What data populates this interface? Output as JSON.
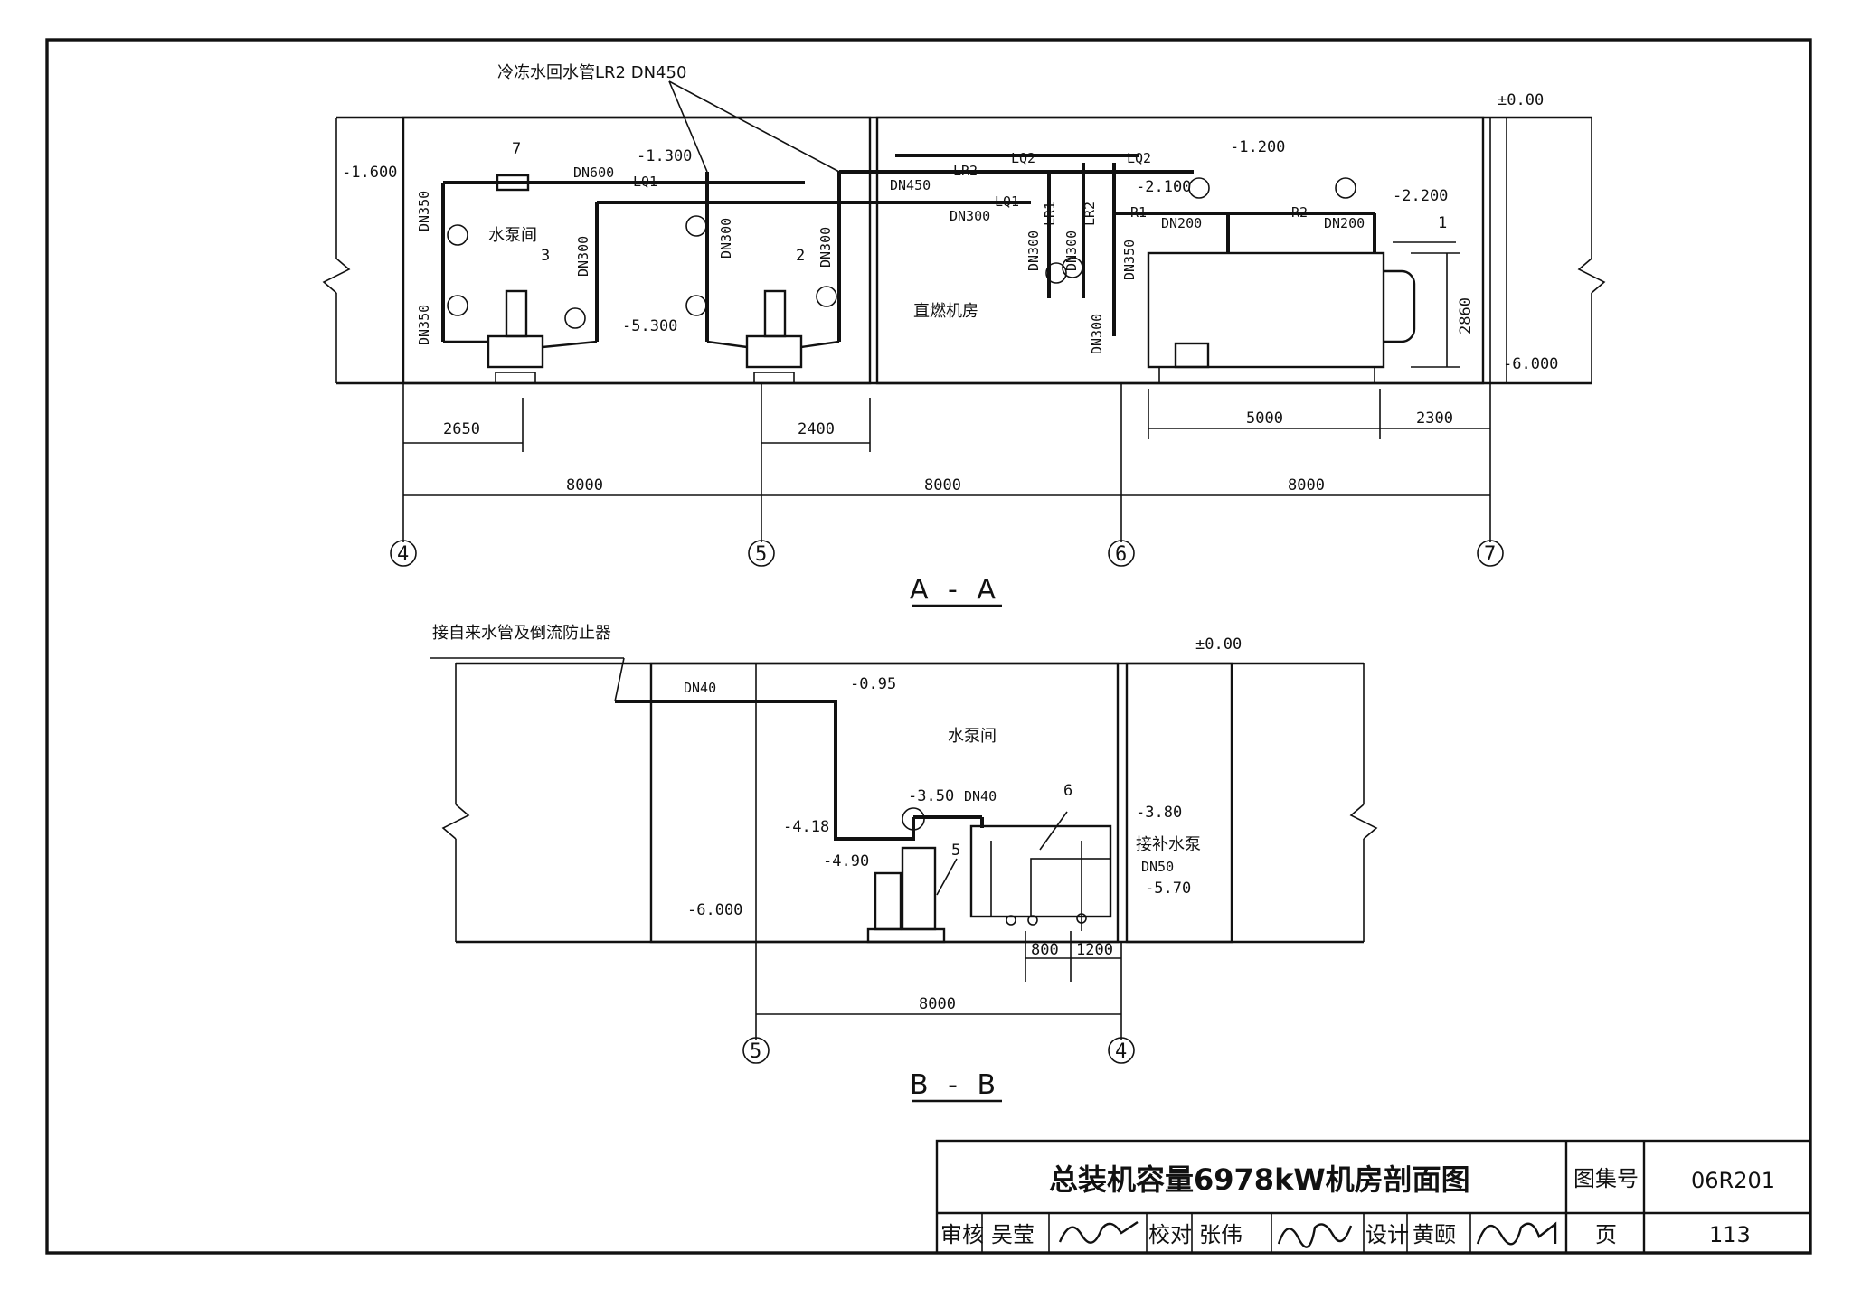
{
  "section_a": {
    "title": "A - A",
    "return_pipe_label": "冷冻水回水管LR2 DN450",
    "level_top": "±0.00",
    "level_left": "-1.600",
    "level_bottom_right": "-6.000",
    "level_pipe": "-1.300",
    "level_pump_base": "-5.300",
    "level_lq2": "-1.200",
    "level_r1": "-2.100",
    "level_r2": "-2.200",
    "pump_room_label": "水泵间",
    "burner_room_label": "直燃机房",
    "pipe_labels": [
      "DN600",
      "LQ1",
      "DN350",
      "DN350",
      "DN300",
      "DN300",
      "DN300",
      "DN450",
      "LR2",
      "LQ2",
      "LQ1",
      "DN300",
      "LQ2",
      "R1",
      "DN200",
      "R2",
      "DN200",
      "DN300",
      "LR1",
      "DN300",
      "LR2",
      "DN350",
      "DN300"
    ],
    "callouts": [
      "7",
      "3",
      "2",
      "1"
    ],
    "dims_row1": [
      "2650",
      "2400",
      "5000",
      "2300"
    ],
    "dims_row2": [
      "8000",
      "8000",
      "8000"
    ],
    "height_dim": "2860",
    "axes": [
      "4",
      "5",
      "6",
      "7"
    ]
  },
  "section_b": {
    "title": "B - B",
    "supply_label": "接自来水管及倒流防止器",
    "level_top": "±0.00",
    "level_floor": "-6.000",
    "level_pipe": "-0.95",
    "level_tank_in": "-3.50",
    "level_valve": "-4.18",
    "level_valve_low": "-4.90",
    "level_right_a": "-3.80",
    "level_right_b": "-5.70",
    "pipe_top": "DN40",
    "pipe_tank": "DN40",
    "pipe_out": "DN50",
    "to_pump": "接补水泵",
    "pump_room_label": "水泵间",
    "callouts": [
      "5",
      "6"
    ],
    "dims_small": [
      "800",
      "1200"
    ],
    "dim_span": "8000",
    "axes": [
      "5",
      "4"
    ]
  },
  "title_block": {
    "drawing_title": "总装机容量6978kW机房剖面图",
    "atlas_label": "图集号",
    "atlas_no": "06R201",
    "review_label": "审核",
    "reviewer": "吴莹",
    "check_label": "校对",
    "checker": "张伟",
    "design_label": "设计",
    "designer": "黄颐",
    "page_label": "页",
    "page_no": "113",
    "signature_review": "吴莹",
    "signature_check": "张伟",
    "signature_design": "黄颐"
  }
}
